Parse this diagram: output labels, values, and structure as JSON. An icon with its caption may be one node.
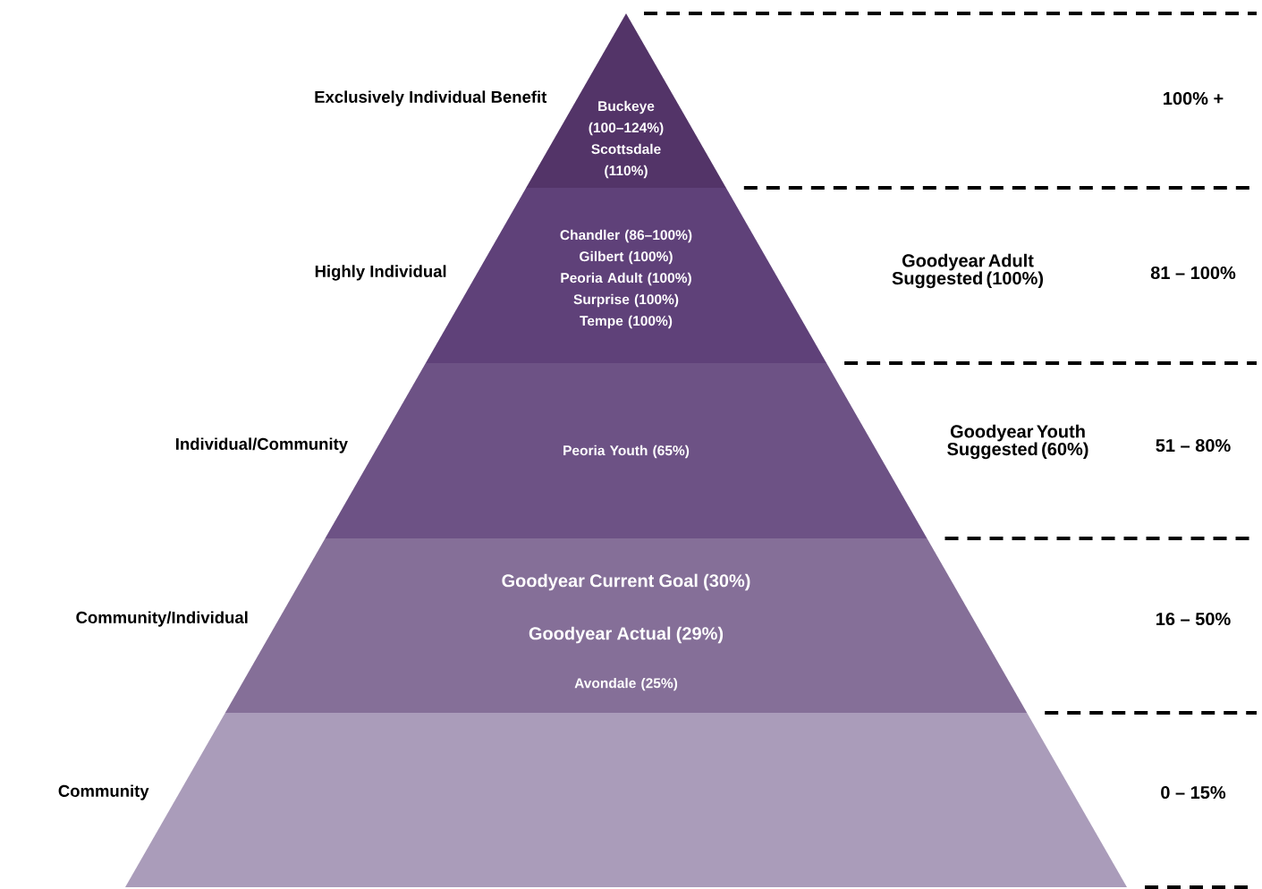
{
  "diagram": {
    "nodes": [
      {
        "text": [
          "Buckeye (100–124%)",
          "Scottsdale (110%)"
        ]
      },
      {
        "text": [
          "Chandler (86–100%)",
          "Gilbert (100%)",
          "Peoria Adult (100%)",
          "Surprise (100%)",
          "Tempe (100%)"
        ]
      },
      {
        "text": [
          "Peoria Youth (65%)"
        ]
      },
      {
        "text": [
          "Goodyear Current Goal (30%)",
          "Goodyear Actual (29%)",
          "Avondale (25%)"
        ]
      },
      {
        "text": [],
        "shape": "trapezoid"
      }
    ],
    "labels": [
      "Exclusively Individual Benefit",
      "100% +",
      "Highly Individual",
      "Goodyear Adult Suggested (100%)",
      "81 – 100%",
      "Individual/Community",
      "Goodyear Youth Suggested (60%)",
      "51 – 80%",
      "Community/Individual",
      "16 – 50%",
      "Community",
      "0 – 15%"
    ]
  }
}
